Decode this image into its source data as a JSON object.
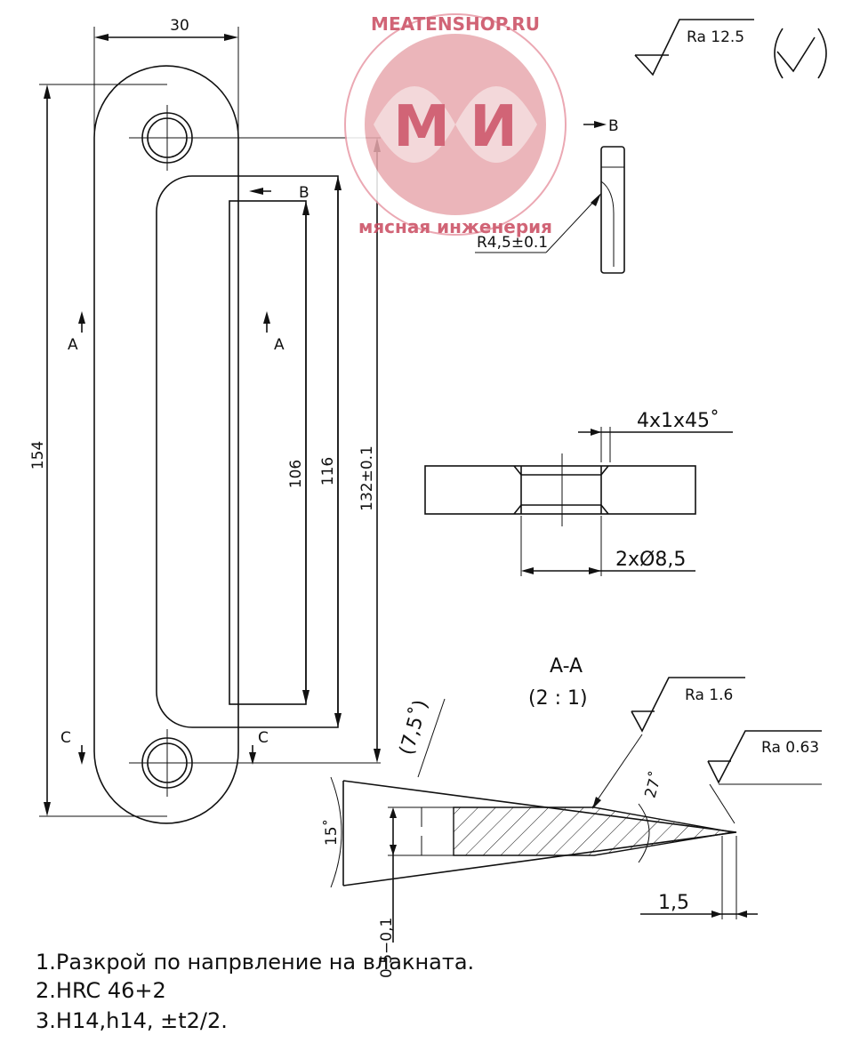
{
  "dimensions": {
    "width": "30",
    "length_total": "154",
    "slot_inner": "106",
    "slot_outer": "116",
    "hole_center": "132±0.1",
    "bend_radius": "R4,5±0.1",
    "chamfer": "4x1x45˚",
    "holes": "2xØ8,5",
    "edge_angle": "(7,5˚)",
    "angle_15": "15˚",
    "angle_27": "27˚",
    "tip": "1,5",
    "thickness_tol": "0\n5−0,1"
  },
  "roughness": {
    "general": "Ra 12.5",
    "face": "Ra 1.6",
    "edge": "Ra 0.63"
  },
  "section_labels": {
    "A": "A",
    "B": "B",
    "C": "C"
  },
  "section_view": {
    "title": "A-A",
    "scale": "(2 : 1)"
  },
  "logo": {
    "top_text": "MEATENSHOP.RU",
    "letters": "М И",
    "ring_text": "мясная инженерия"
  },
  "notes": [
    "1.Разкрой по напрвление на влакната.",
    "2.HRC 46+2",
    "3.H14,h14, ±t2/2."
  ]
}
